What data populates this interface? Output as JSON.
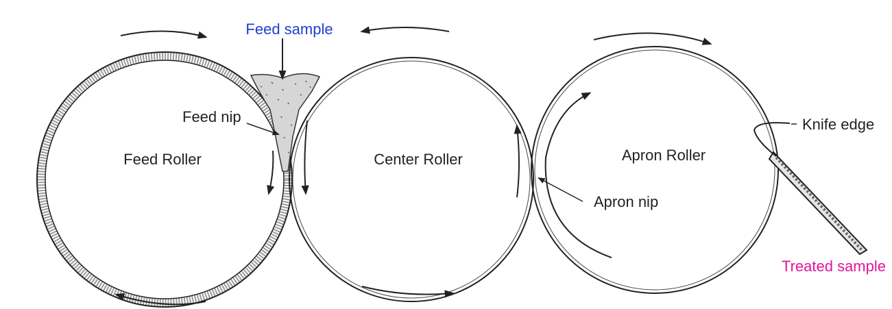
{
  "labels": {
    "feed_sample": "Feed sample",
    "feed_nip": "Feed nip",
    "feed_roller": "Feed Roller",
    "center_roller": "Center Roller",
    "apron_roller": "Apron Roller",
    "apron_nip": "Apron nip",
    "knife_edge": "Knife edge",
    "treated_sample": "Treated sample"
  },
  "colors": {
    "feed_sample": "#1f3fd1",
    "treated_sample": "#e0159b",
    "label": "#222222",
    "line": "#222222",
    "coating": "#9a9a9a"
  }
}
